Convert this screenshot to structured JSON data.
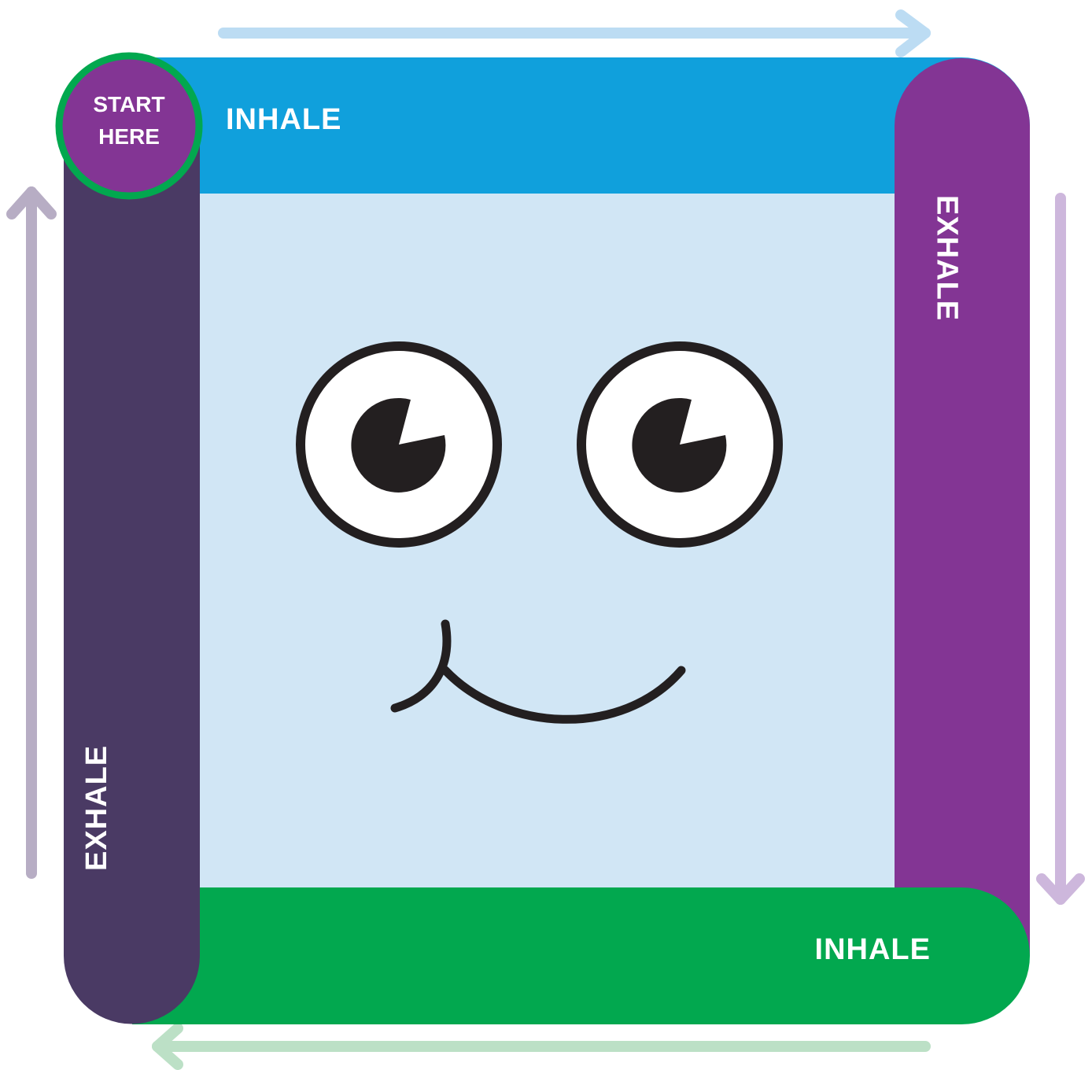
{
  "start_badge": {
    "line1": "START",
    "line2": "HERE"
  },
  "sides": {
    "top": "INHALE",
    "right": "EXHALE",
    "bottom": "INHALE",
    "left": "EXHALE"
  },
  "colors": {
    "top_bar": "#10a0dc",
    "right_bar": "#833594",
    "bottom_bar": "#02a84f",
    "left_bar": "#4a3a64",
    "center": "#d1e6f5",
    "badge_fill": "#833594",
    "badge_ring": "#02a84f",
    "arrow_top": "#bcdcf3",
    "arrow_right": "#cdb7dc",
    "arrow_bottom": "#bce0c6",
    "arrow_left": "#b7adc4",
    "face_line": "#231f20"
  },
  "arrows": {
    "top": "right-arrow",
    "right": "down-arrow",
    "bottom": "left-arrow",
    "left": "up-arrow"
  }
}
